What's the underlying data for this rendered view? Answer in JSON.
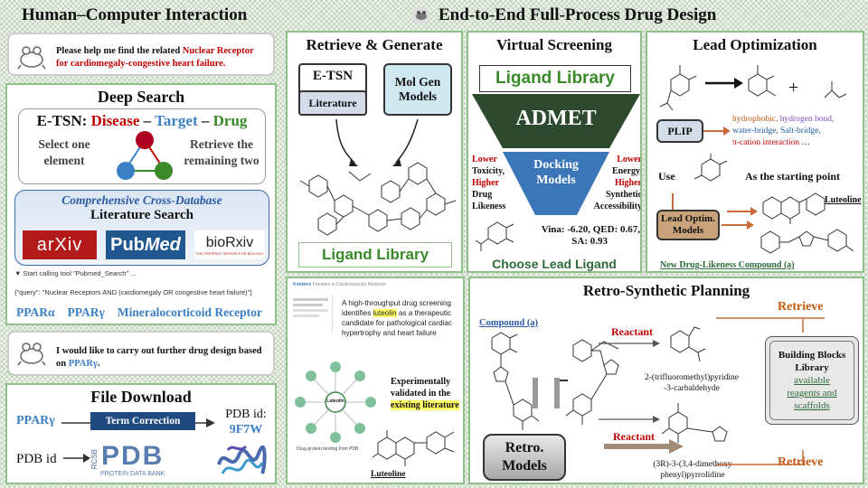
{
  "left": {
    "title": "Human–Computer Interaction",
    "query1": {
      "prefix": "Please help me find the related ",
      "highlight": "Nuclear Receptor",
      "line2": "for cardiomegaly-congestive heart failure."
    },
    "deep_search": {
      "title": "Deep Search",
      "etsn_prefix": "E-TSN: ",
      "disease": "Disease",
      "dash": " – ",
      "target": "Target",
      "drug": "Drug",
      "select_line1": "Select one",
      "select_line2": "element",
      "retrieve_line1": "Retrieve the",
      "retrieve_line2": "remaining two",
      "lit_line1": "Comprehensive Cross-Database",
      "lit_line2": "Literature Search",
      "logo_arxiv": "arXiv",
      "logo_pubmed_a": "Pub",
      "logo_pubmed_b": "Med",
      "logo_biorxiv": "bioRxiv",
      "biorxiv_sub": "THE PREPRINT SERVER FOR BIOLOGY",
      "tool_line": "▼ Start calling tool \"Pubmed_Search\" ...",
      "query_line": "{\"query\": \"Nuclear Receptors AND (cardiomegaly OR congestive heart failure)\"}",
      "results": [
        "PPARα",
        "PPARγ",
        "Mineralocorticoid Receptor"
      ]
    },
    "query2": {
      "line1": "I would like to carry out further drug design based",
      "line2_prefix": "on ",
      "line2_highlight": "PPARγ",
      "line2_suffix": "."
    },
    "file_download": {
      "title": "File Download",
      "pparg": "PPARγ",
      "term_correction": "Term Correction",
      "pdb_id_label": "PDB id:",
      "pdb_id_value": "9F7W",
      "pdb_id_input": "PDB id",
      "pdb_logo": "PDB",
      "rcsb": "RCSB",
      "pdb_sub": "PROTEIN DATA BANK"
    }
  },
  "right": {
    "title": "End-to-End Full-Process Drug Design",
    "retrieve_generate": {
      "title": "Retrieve & Generate",
      "etsn": "E-TSN",
      "literature": "Literature",
      "molgen_line1": "Mol Gen",
      "molgen_line2": "Models",
      "ligand_library": "Ligand Library"
    },
    "virtual_screening": {
      "title": "Virtual Screening",
      "ligand_library": "Ligand Library",
      "admet": "ADMET",
      "docking_line1": "Docking",
      "docking_line2": "Models",
      "lower_left": "Lower",
      "toxicity": "Toxicity,",
      "higher_left": "Higher",
      "drug": "Drug",
      "likeness": "Likeness",
      "lower_right": "Lower",
      "energy": "Energy,",
      "higher_right": "Higher",
      "synthetic": "Synthetic",
      "accessibility": "Accessibility",
      "metrics_line1": "Vina: -6.20, QED: 0.67,",
      "metrics_line2": "SA: 0.93",
      "choose": "Choose Lead Ligand"
    },
    "lead_optimization": {
      "title": "Lead Optimization",
      "plus": "+",
      "plip": "PLIP",
      "hydrophobic": "hydrophobic,",
      "hbond": "hydrogen bond,",
      "water_bridge": "water-bridge,",
      "salt_bridge": "Salt-bridge,",
      "pi_cation": "π-cation interaction",
      "ellipsis": "…",
      "use": "Use",
      "starting_point": "As the starting point",
      "luteoline": "Luteoline",
      "lead_models_line1": "Lead Optim.",
      "lead_models_line2": "Models",
      "new_compound": "New Drug-Likeness Compound (a)"
    },
    "paper": {
      "journal_a": "frontiers",
      "journal_b": "Frontiers in Cardiovascular Medicine",
      "headline_1": "A high-throughput drug screening",
      "headline_2a": "identifies ",
      "headline_2b": "luteolin",
      "headline_2c": " as a therapeutic",
      "headline_3": "candidate for pathological cardiac",
      "headline_4": "hypertrophy and heart failure",
      "hub_label": "Luteolin",
      "binding_caption": "Drug-protein binding from PDB",
      "exp_line1": "Experimentally",
      "exp_line2": "validated in the",
      "exp_line3": "existing literature",
      "luteoline": "Luteoline"
    },
    "retro": {
      "title": "Retro-Synthetic Planning",
      "compound": "Compound (a)",
      "reactant_top": "Reactant",
      "reactant_bottom": "Reactant",
      "name_top_1": "2-(trifluoromethyl)pyridine",
      "name_top_2": "-3-carbaldehyde",
      "name_bottom_1": "(3R)-3-(3,4-dimethoxy",
      "name_bottom_2": "phenyl)pyrrolidine",
      "retro_line1": "Retro.",
      "retro_line2": "Models",
      "retrieve_top": "Retrieve",
      "retrieve_bottom": "Retrieve",
      "bb_line1": "Building Blocks",
      "bb_line2": "Library",
      "bb_line3": "available",
      "bb_line4": "reagents and",
      "bb_line5": "scaffolds"
    }
  },
  "colors": {
    "green_border": "#8fc08a",
    "red": "#c00000",
    "blue": "#3b7fc4",
    "green": "#3a8a2a",
    "dark_green": "#2e6a3a"
  },
  "icons": [
    "frog-icon",
    "arrow-icon",
    "network-icon",
    "protein-icon",
    "molecule-icon",
    "funnel-icon"
  ]
}
